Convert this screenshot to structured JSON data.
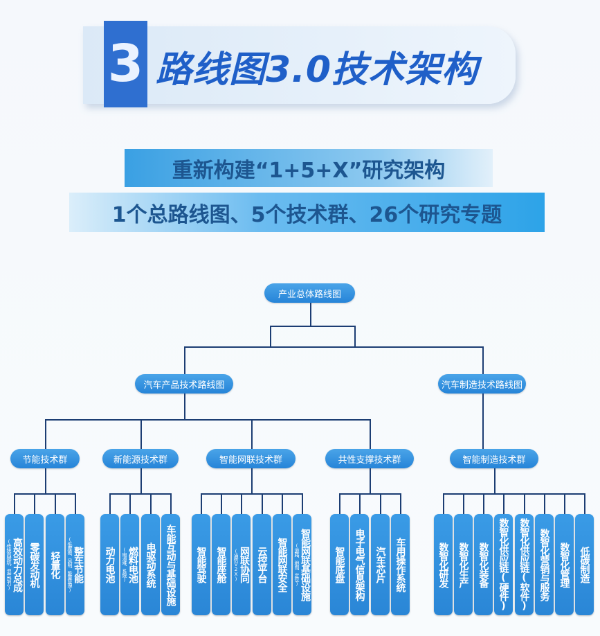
{
  "header": {
    "number": "3",
    "title": "路线图3.0技术架构"
  },
  "banner": {
    "line1": "重新构建“1+5+X”研究架构",
    "line2": "1个总路线图、5个技术群、26个研究专题"
  },
  "tree": {
    "root": "产业总体路线图",
    "level2": [
      "汽车产品技术路线图",
      "汽车制造技术路线图"
    ],
    "groups": [
      {
        "label": "节能技术群",
        "items": [
          {
            "main": "高效动力总成",
            "sub": "(传统内燃机、混合动力)"
          },
          {
            "main": "零碳发动机"
          },
          {
            "main": "轻量化"
          },
          {
            "main": "整车节能",
            "sub": "(低摩擦、风阻、能量管理)"
          }
        ]
      },
      {
        "label": "新能源技术群",
        "items": [
          {
            "main": "动力电池"
          },
          {
            "main": "燃料电池",
            "sub": "(电池堆、系统)"
          },
          {
            "main": "电驱动系统"
          },
          {
            "main": "车能互动与基础设施"
          }
        ]
      },
      {
        "label": "智能网联技术群",
        "items": [
          {
            "main": "智能驾驶"
          },
          {
            "main": "智能座舱"
          },
          {
            "main": "网联协同",
            "sub": "(通信V2X)"
          },
          {
            "main": "云控平台"
          },
          {
            "main": "智能网联安全"
          },
          {
            "main": "智能网联基础设施",
            "sub": "(道路、地图、定位)"
          }
        ]
      },
      {
        "label": "共性支撑技术群",
        "items": [
          {
            "main": "智能底盘"
          },
          {
            "main": "电子电气信息架构"
          },
          {
            "main": "汽车芯片"
          },
          {
            "main": "车用操作系统"
          }
        ]
      },
      {
        "label": "智能制造技术群",
        "items": [
          {
            "main": "数智化研发"
          },
          {
            "main": "数智化生产"
          },
          {
            "main": "数智化装备"
          },
          {
            "main": "数智化供应链(硬件)"
          },
          {
            "main": "数智化供应链(软件)"
          },
          {
            "main": "数智化营销与服务"
          },
          {
            "main": "数智化管理"
          },
          {
            "main": "低碳制造"
          }
        ]
      }
    ]
  }
}
